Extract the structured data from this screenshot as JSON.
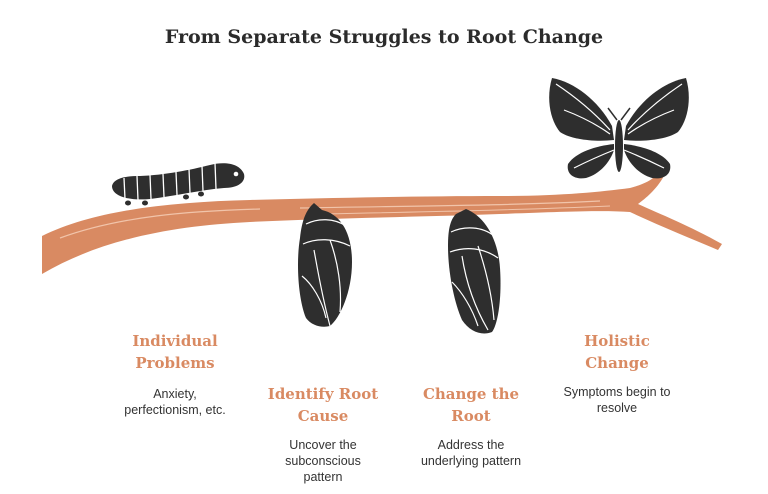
{
  "title": "From Separate Struggles to Root Change",
  "colors": {
    "branch": "#d98a62",
    "insect": "#2e2e2e",
    "accent": "#d98a62",
    "text": "#333333"
  },
  "stages": [
    {
      "title_line1": "Individual",
      "title_line2": "Problems",
      "desc_line1": "Anxiety,",
      "desc_line2": "perfectionism, etc.",
      "desc_line3": "",
      "icon": "caterpillar-icon"
    },
    {
      "title_line1": "Identify Root",
      "title_line2": "Cause",
      "desc_line1": "Uncover the",
      "desc_line2": "subconscious",
      "desc_line3": "pattern",
      "icon": "cocoon-icon"
    },
    {
      "title_line1": "Change the",
      "title_line2": "Root",
      "desc_line1": "Address the",
      "desc_line2": "underlying pattern",
      "desc_line3": "",
      "icon": "chrysalis-icon"
    },
    {
      "title_line1": "Holistic",
      "title_line2": "Change",
      "desc_line1": "Symptoms begin to",
      "desc_line2": "resolve",
      "desc_line3": "",
      "icon": "butterfly-icon"
    }
  ]
}
